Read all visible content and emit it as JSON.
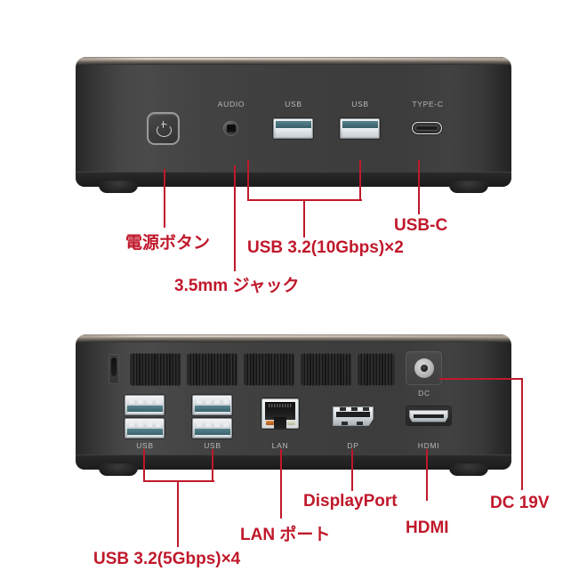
{
  "page": {
    "title": "ミニPC 前面・背面ポート説明図",
    "background_color": "#ffffff",
    "accent_color": "#c0182b",
    "chassis_color": "#3e3e3e"
  },
  "front_device": {
    "name": "front-panel",
    "port_labels": [
      {
        "id": "audio",
        "text": "AUDIO"
      },
      {
        "id": "usb1",
        "text": "USB"
      },
      {
        "id": "usb2",
        "text": "USB"
      },
      {
        "id": "typec",
        "text": "TYPE-C"
      }
    ],
    "annotations": [
      {
        "id": "power-button",
        "text": "電源ボタン"
      },
      {
        "id": "audio-jack",
        "text": "3.5mm ジャック"
      },
      {
        "id": "usb-10gbps",
        "text": "USB 3.2(10Gbps)×2"
      },
      {
        "id": "usb-c",
        "text": "USB-C"
      }
    ]
  },
  "rear_device": {
    "name": "rear-panel",
    "port_labels": [
      {
        "id": "dc",
        "text": "DC"
      },
      {
        "id": "usb-left",
        "text": "USB"
      },
      {
        "id": "usb-right",
        "text": "USB"
      },
      {
        "id": "lan",
        "text": "LAN"
      },
      {
        "id": "dp",
        "text": "DP"
      },
      {
        "id": "hdmi",
        "text": "HDMI"
      }
    ],
    "annotations": [
      {
        "id": "usb-5gbps",
        "text": "USB 3.2(5Gbps)×4"
      },
      {
        "id": "lan-port",
        "text": "LAN ポート"
      },
      {
        "id": "displayport",
        "text": "DisplayPort"
      },
      {
        "id": "hdmi",
        "text": "HDMI"
      },
      {
        "id": "dc-19v",
        "text": "DC 19V"
      }
    ]
  }
}
